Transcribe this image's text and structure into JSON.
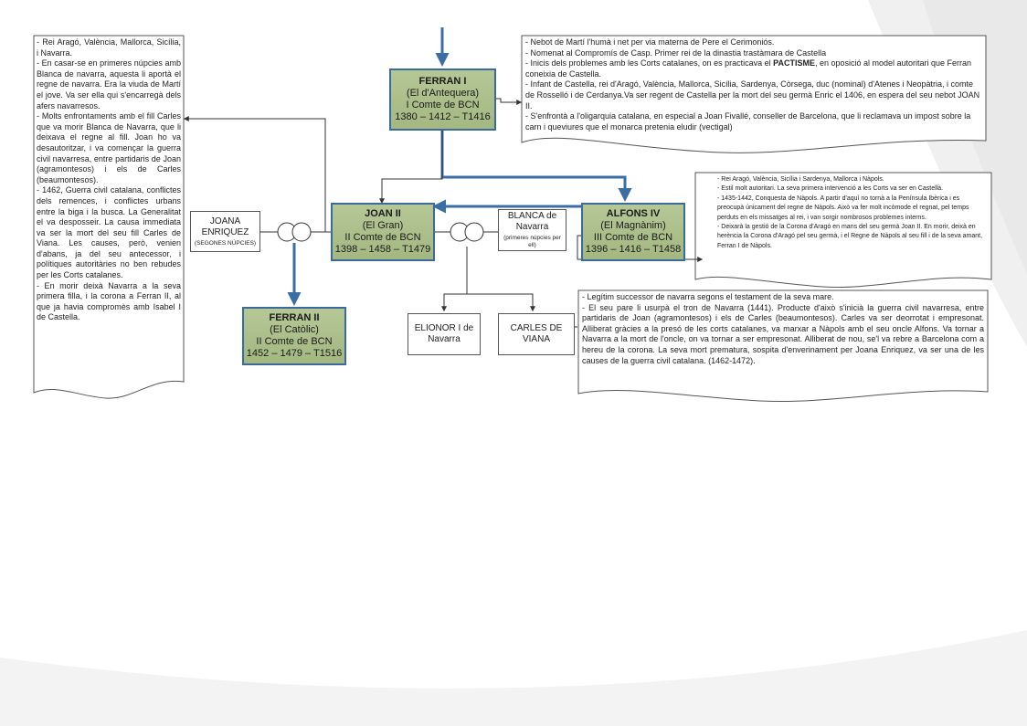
{
  "people": {
    "ferran1": {
      "name": "FERRAN  I",
      "nick": "(El d'Antequera)",
      "title": "I Comte de BCN",
      "dates": "1380 – 1412 – T1416"
    },
    "joan2": {
      "name": "JOAN II",
      "nick": "(El Gran)",
      "title": "II Comte de BCN",
      "dates": "1398 – 1458 – T1479"
    },
    "alfons4": {
      "name": "ALFONS IV",
      "nick": "(El Magnànim)",
      "title": "III Comte de BCN",
      "dates": "1396 – 1416 – T1458"
    },
    "ferran2": {
      "name": "FERRAN II",
      "nick": "(El Catòlic)",
      "title": "II Comte de BCN",
      "dates": "1452 – 1479 – T1516"
    }
  },
  "spouses": {
    "joana": {
      "name": "JOANA ENRIQUEZ",
      "note": "(SEGONES NÚPCIES)"
    },
    "blanca": {
      "name": "BLANCA de Navarra",
      "note": "(primeres núpcies per ell)"
    }
  },
  "children": {
    "elionor": "ELIONOR I de Navarra",
    "carles": "CARLES DE VIANA"
  },
  "notes": {
    "ferran1": {
      "l1": "- Nebot de Martí l'humà i net per via materna de Pere el Cerimoniós.",
      "l2": "- Nomenat al Compromís de Casp. Primer rei de la dinastia trastàmara de Castella",
      "l3a": "- Inicis dels problemes amb les Corts catalanes, on es practicava el ",
      "l3b": "PACTISME",
      "l3c": ", en oposició al model autoritari que Ferran coneixia de Castella.",
      "l4": "- Infant de Castella, rei d'Aragó, València, Mallorca, Sicília, Sardenya, Còrsega, duc (nominal) d'Atenes i Neopàtria, i comte de Rosselló i de Cerdanya.Va ser regent de Castella per la mort del seu germà Enric el 1406, en espera del seu nebot JOAN II.",
      "l5": "- S'enfrontà a l'oligarquia catalana, en especial a Joan Fivallé, conseller de Barcelona, que li reclamava un impost sobre la carn i queviures que el monarca pretenia eludir (vectigal)"
    },
    "joan2": {
      "l1": "- Rei Aragó, València, Mallorca, Sicília, i Navarra.",
      "l2": "- En casar-se en primeres núpcies amb Blanca de navarra, aquesta li aportà el regne de navarra. Era la viuda de Martí el jove. Va ser ella qui s'encarregà dels afers navarresos.",
      "l3": "- Molts enfrontaments amb el fill Carles que va morir Blanca de Navarra, que li deixava el regne al fill. Joan ho va desautoritzar, i va començar la guerra civil navarresa, entre partidaris de Joan (agramontesos) i els de Carles (beaumontesos).",
      "l4": "- 1462, Guerra civil catalana, conflictes dels remences, i conflictes urbans entre la biga i la busca. La Generalitat el va desposseir. La causa immediata va ser la mort del seu fill Carles de Viana. Les causes, però, venien d'abans, ja del seu antecessor, i polítiques autoritàries no ben rebudes per les Corts catalanes.",
      "l5": "- En morir deixà Navarra a la seva primera filla, i la corona a Ferran II, al que ja havia compromès amb Isabel I de Castella."
    },
    "alfons4": {
      "l1": "- Rei Aragó, València, Sicília i Sardenya, Mallorca i Nàpols.",
      "l2": "- Estil molt autoritari. La seva primera intervenció a les Corts va ser en Castellà.",
      "l3": "- 1435-1442, Conquesta de Nàpols. A partir d'aquí no tornà a la Península Ibèrica i es preocupà únicament del regne de Nàpols. Això va fer molt incòmode el regnat, pel temps perduts en els missatges al rei, i van sorgir nombrosos problemes interns.",
      "l4": "- Deixarà la gestió de la Corona d'Aragó en mans del seu germà Joan II. En morir, deixà en herència la Corona d'Aragó pel seu germà, i el Regne de Nàpols al seu fill i de la seva amant, Ferran I de Nàpols."
    },
    "carles": {
      "l1": "- Legítim successor de navarra segons el testament de la seva mare.",
      "l2": "- El seu pare li usurpà el tron de Navarra (1441). Producte d'això s'inicià la guerra civil navarresa, entre partidaris de Joan (agramontesos) i els de Carles (beaumontesos). Carles va ser deorrotat i empresonat. Alliberat gràcies a la presó de les corts catalanes, va marxar a Nàpols amb el seu oncle Alfons. Va tornar a Navarra a la mort de l'oncle, on va tornar a ser empresonat. Alliberat de nou, se'l va rebre a Barcelona com a hereu de la corona. La seva mort prematura, sospita d'enverinament per Joana Enriquez, va ser una de les causes de la guerra civil catalana. (1462-1472)."
    }
  },
  "colors": {
    "person_fill": "#a9bd88",
    "person_border": "#3b6b9a",
    "lineage_line": "#3b6ea5"
  }
}
